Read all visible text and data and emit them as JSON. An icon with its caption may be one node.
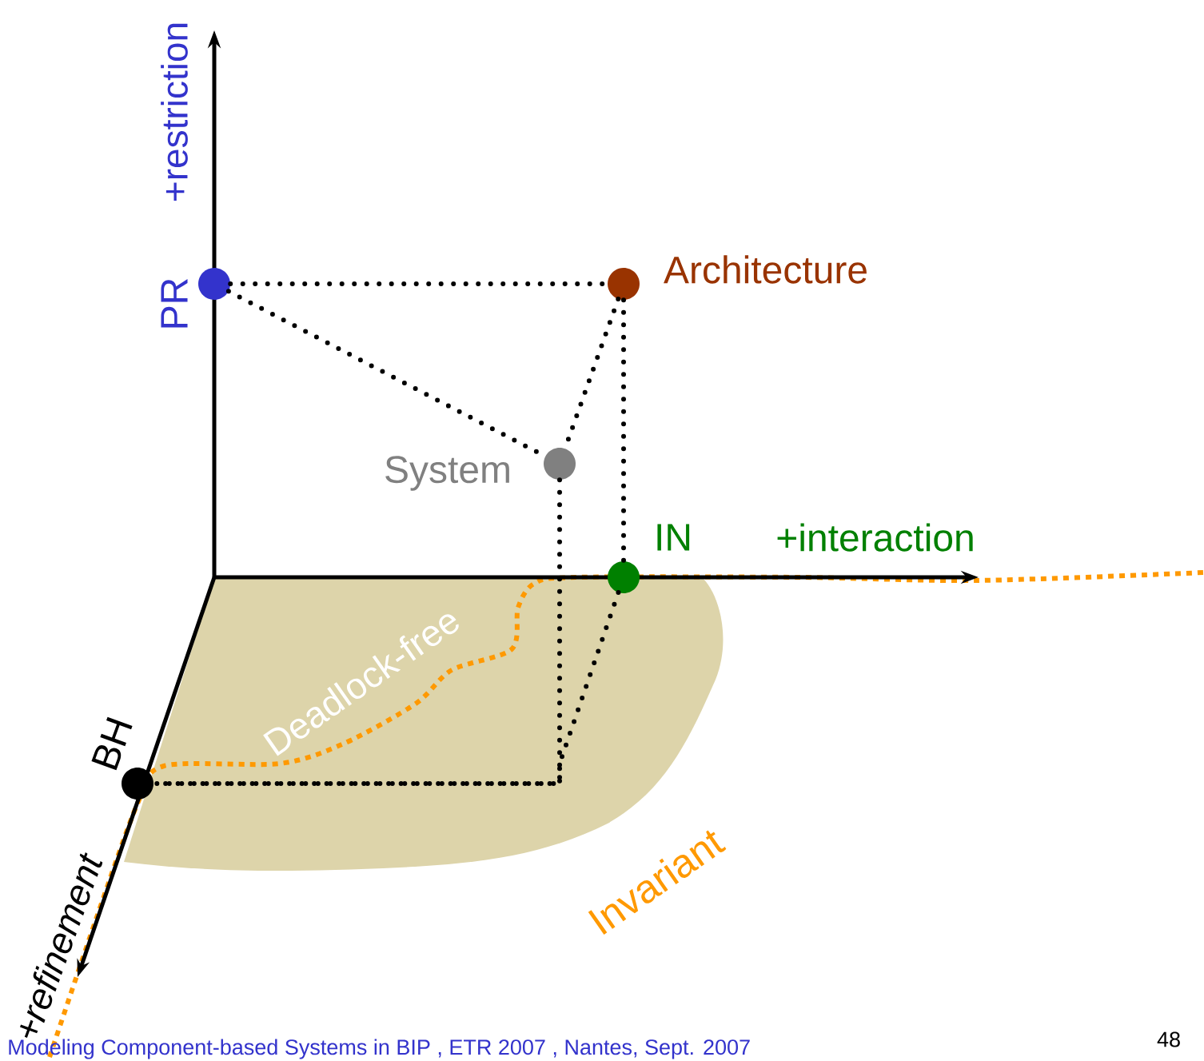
{
  "diagram": {
    "nodes": [
      {
        "text": [],
        "shape": "circle",
        "beside": [
          "PR"
        ]
      },
      {
        "text": [],
        "shape": "circle",
        "beside": [
          "Architecture"
        ]
      },
      {
        "text": [],
        "shape": "circle",
        "beside": [
          "System"
        ]
      },
      {
        "text": [],
        "shape": "circle",
        "beside": [
          "IN"
        ]
      },
      {
        "text": [],
        "shape": "circle",
        "beside": [
          "BH"
        ]
      }
    ],
    "edges": [
      {
        "from": 0,
        "to": 1,
        "arrow": "none"
      },
      {
        "from": 0,
        "to": 2,
        "arrow": "none"
      },
      {
        "from": 1,
        "to": 2,
        "arrow": "none"
      },
      {
        "from": 1,
        "to": 3,
        "arrow": "none"
      },
      {
        "from": 2,
        "to": 4,
        "arrow": "none"
      },
      {
        "from": 3,
        "to": 4,
        "arrow": "none"
      }
    ],
    "labels": [
      "+restriction",
      "+interaction",
      "Deadlock-free",
      "+refinement",
      "Invariant",
      "Modeling Component-based Systems in BIP , ETR 2007 , Nantes, Sept. 2007",
      "48"
    ]
  }
}
